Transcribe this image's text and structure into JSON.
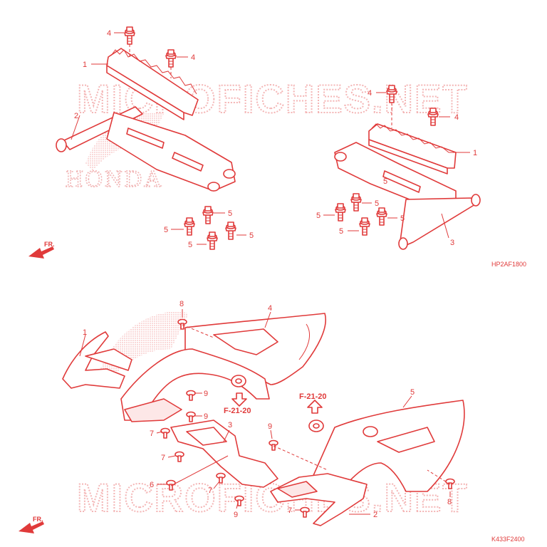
{
  "watermark": {
    "text": "MICROFICHES.NET",
    "brand": "HONDA"
  },
  "colors": {
    "line": "#e03a3a",
    "watermark": "#f4b6b6",
    "background": "#ffffff"
  },
  "top_diagram": {
    "code": "HP2AF1800",
    "direction": "FR.",
    "callouts": [
      {
        "label": "4"
      },
      {
        "label": "1"
      },
      {
        "label": "4"
      },
      {
        "label": "2"
      },
      {
        "label": "4"
      },
      {
        "label": "4"
      },
      {
        "label": "1"
      },
      {
        "label": "5"
      },
      {
        "label": "5"
      },
      {
        "label": "5"
      },
      {
        "label": "5"
      },
      {
        "label": "5"
      },
      {
        "label": "5"
      },
      {
        "label": "5"
      },
      {
        "label": "5"
      },
      {
        "label": "5"
      },
      {
        "label": "3"
      }
    ]
  },
  "bottom_diagram": {
    "code": "K433F2400",
    "direction": "FR.",
    "ref_left": "F-21-20",
    "ref_right": "F-21-20",
    "callouts": [
      {
        "label": "8"
      },
      {
        "label": "4"
      },
      {
        "label": "1"
      },
      {
        "label": "9"
      },
      {
        "label": "9"
      },
      {
        "label": "7"
      },
      {
        "label": "3"
      },
      {
        "label": "7"
      },
      {
        "label": "9"
      },
      {
        "label": "5"
      },
      {
        "label": "6"
      },
      {
        "label": "7"
      },
      {
        "label": "7"
      },
      {
        "label": "9"
      },
      {
        "label": "2"
      },
      {
        "label": "8"
      }
    ]
  }
}
